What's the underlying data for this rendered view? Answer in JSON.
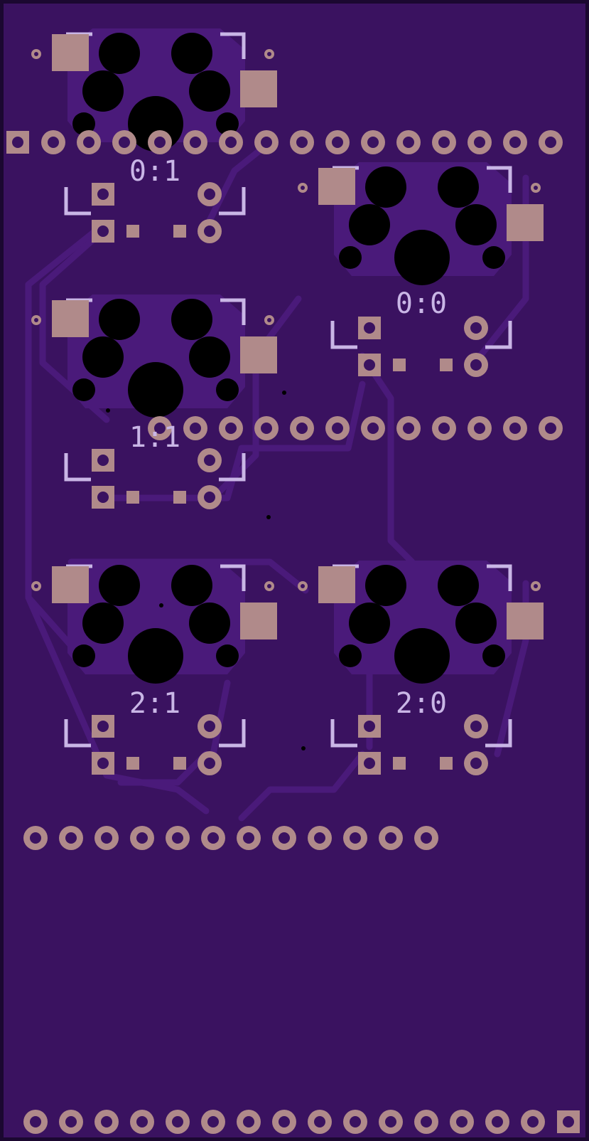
{
  "board": {
    "colors": {
      "substrate": "#3a1260",
      "edge": "#1b0830",
      "trace": "#4a1a7a",
      "trace_outline": "#2c0b4d",
      "pad": "#b08a8a",
      "pad_hole": "#3a1260",
      "drill": "#000000",
      "silk": "#c9b6e6"
    },
    "switches": [
      {
        "label": "0:1"
      },
      {
        "label": "0:0"
      },
      {
        "label": "1:1"
      },
      {
        "label": "2:1"
      },
      {
        "label": "2:0"
      }
    ]
  }
}
